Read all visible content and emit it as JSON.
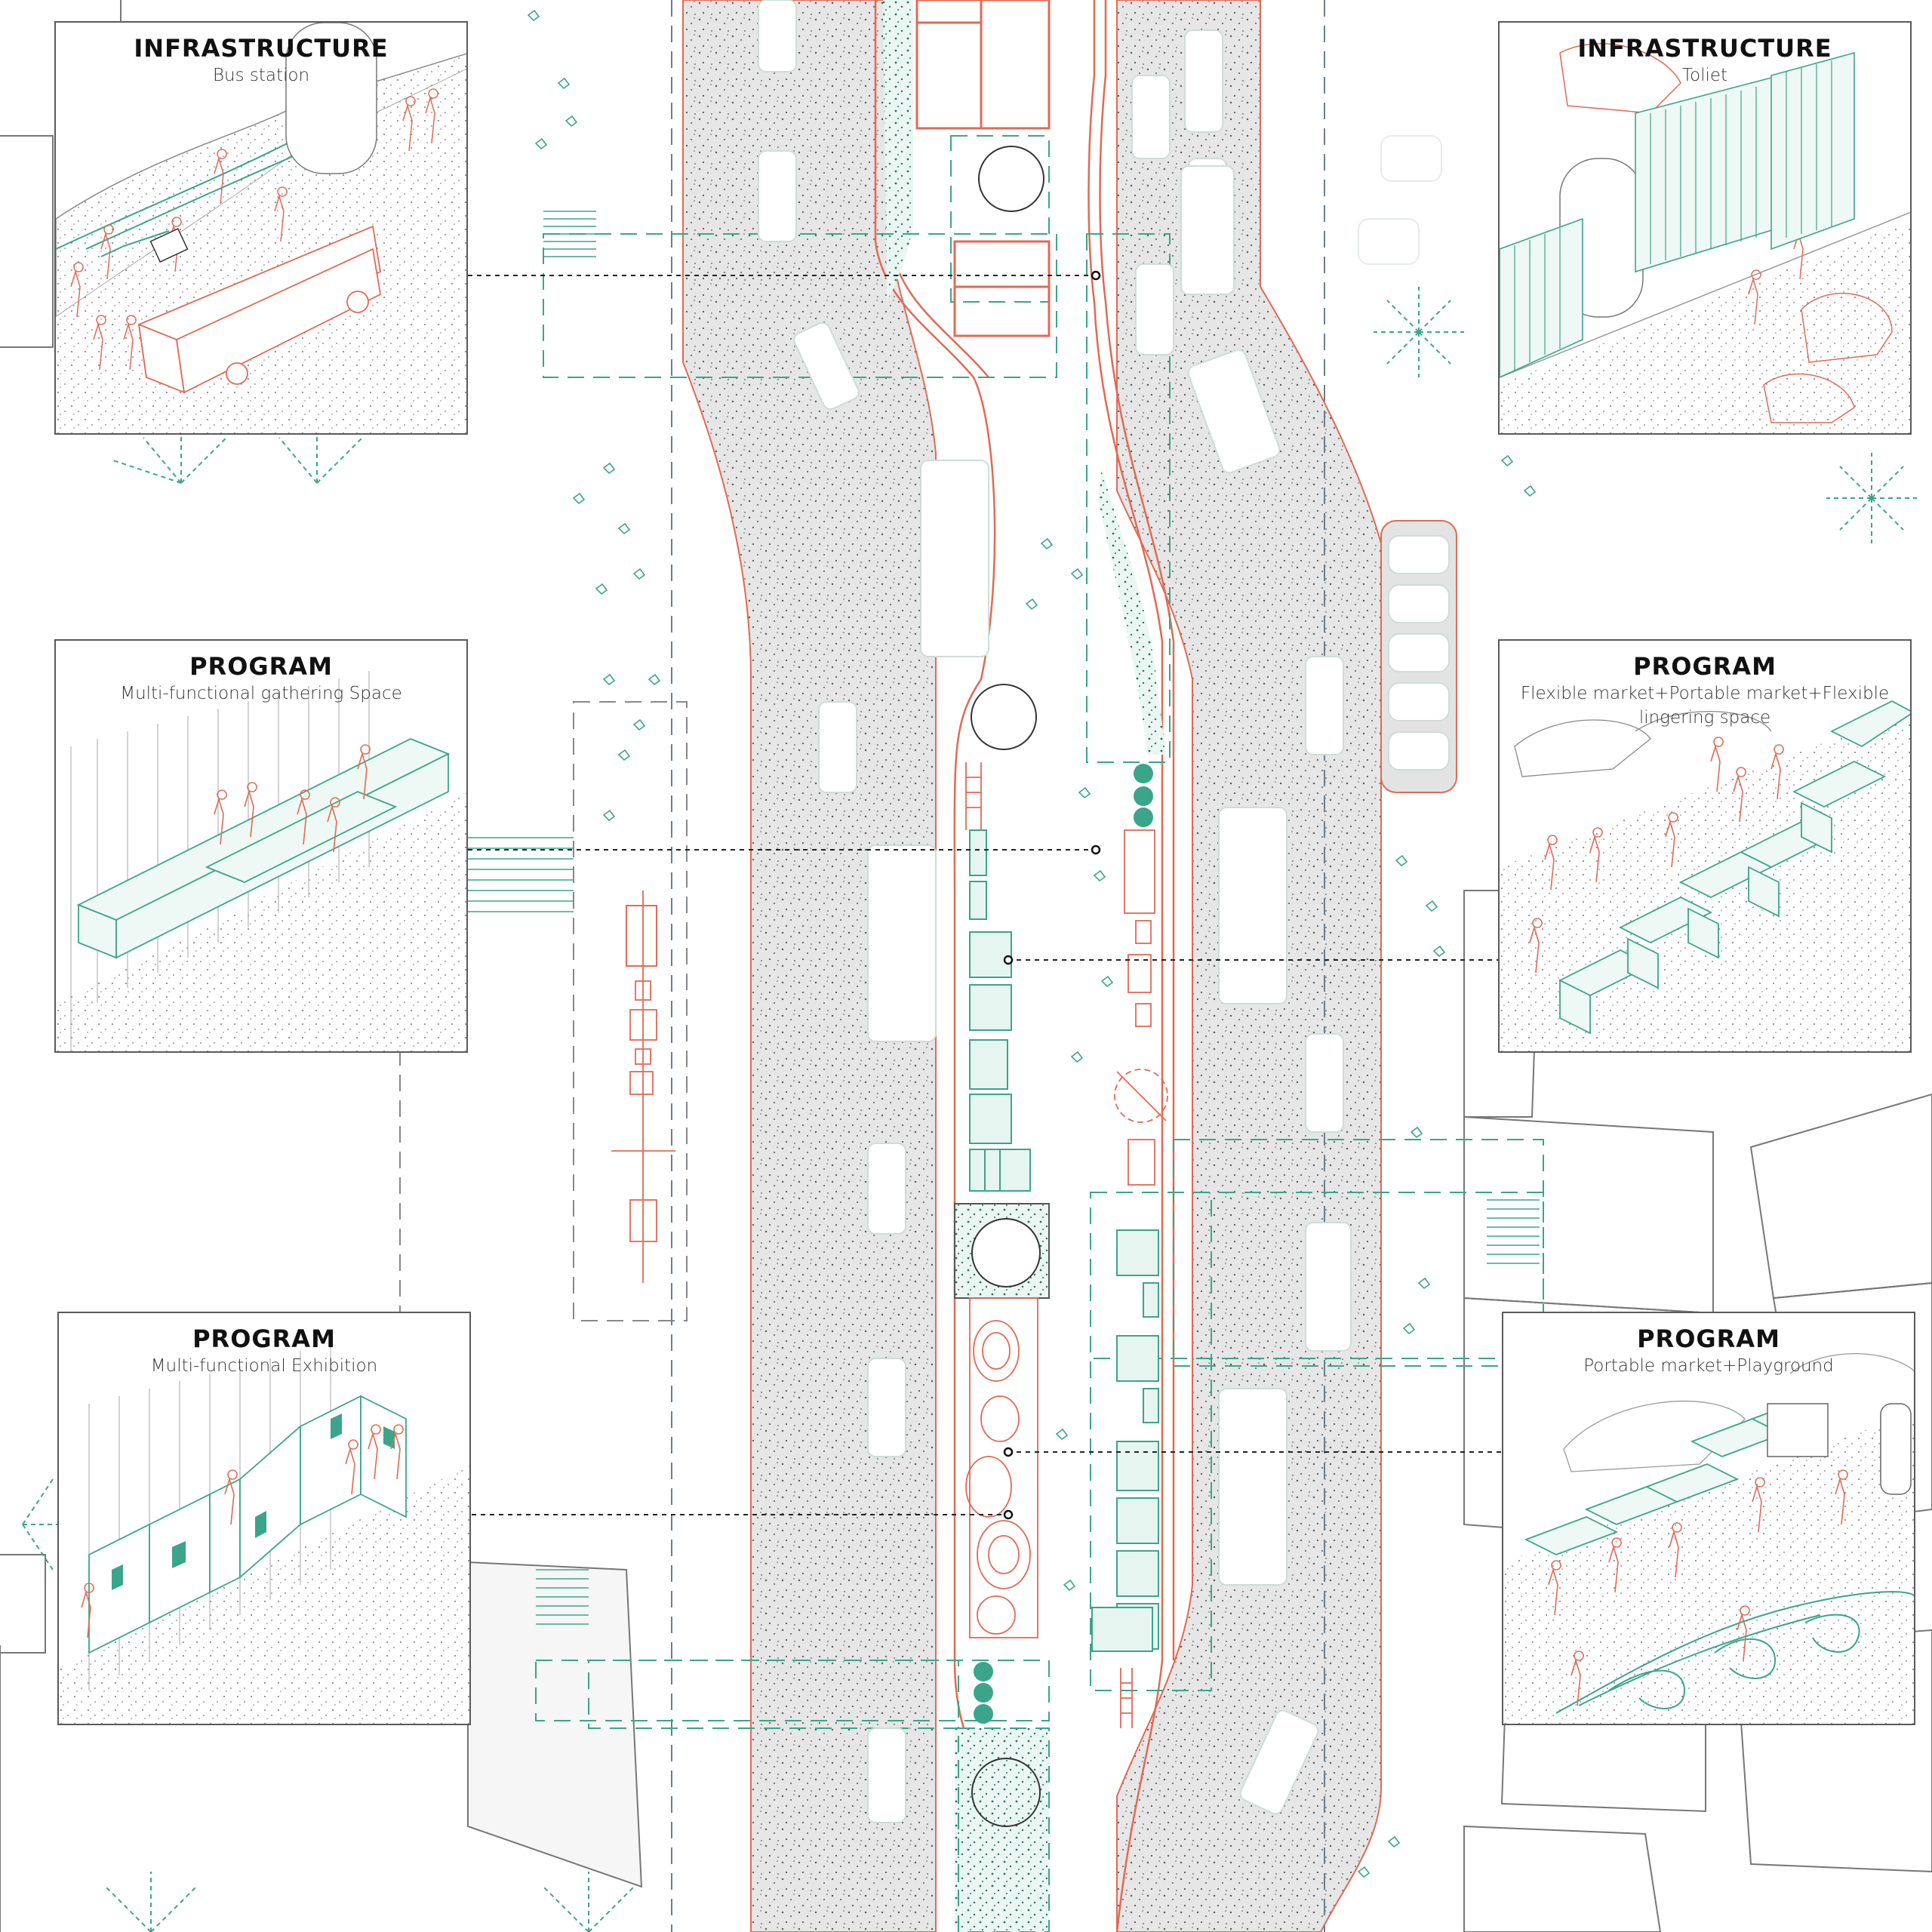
{
  "colors": {
    "road": "#e8e8e8",
    "accent_green": "#3aa58a",
    "accent_red": "#e06a55",
    "outline": "#555555",
    "leader": "#222222"
  },
  "callouts": [
    {
      "id": "bus-station",
      "title": "INFRASTRUCTURE",
      "subtitle": "Bus station"
    },
    {
      "id": "toilet",
      "title": "INFRASTRUCTURE",
      "subtitle": "Toliet"
    },
    {
      "id": "gathering",
      "title": "PROGRAM",
      "subtitle": "Multi-functional gathering Space"
    },
    {
      "id": "flexible-market",
      "title": "PROGRAM",
      "subtitle": "Flexible market+Portable market+Flexible lingering space"
    },
    {
      "id": "exhibition",
      "title": "PROGRAM",
      "subtitle": "Multi-functional Exhibition"
    },
    {
      "id": "playground",
      "title": "PROGRAM",
      "subtitle": "Portable market+Playground"
    }
  ]
}
